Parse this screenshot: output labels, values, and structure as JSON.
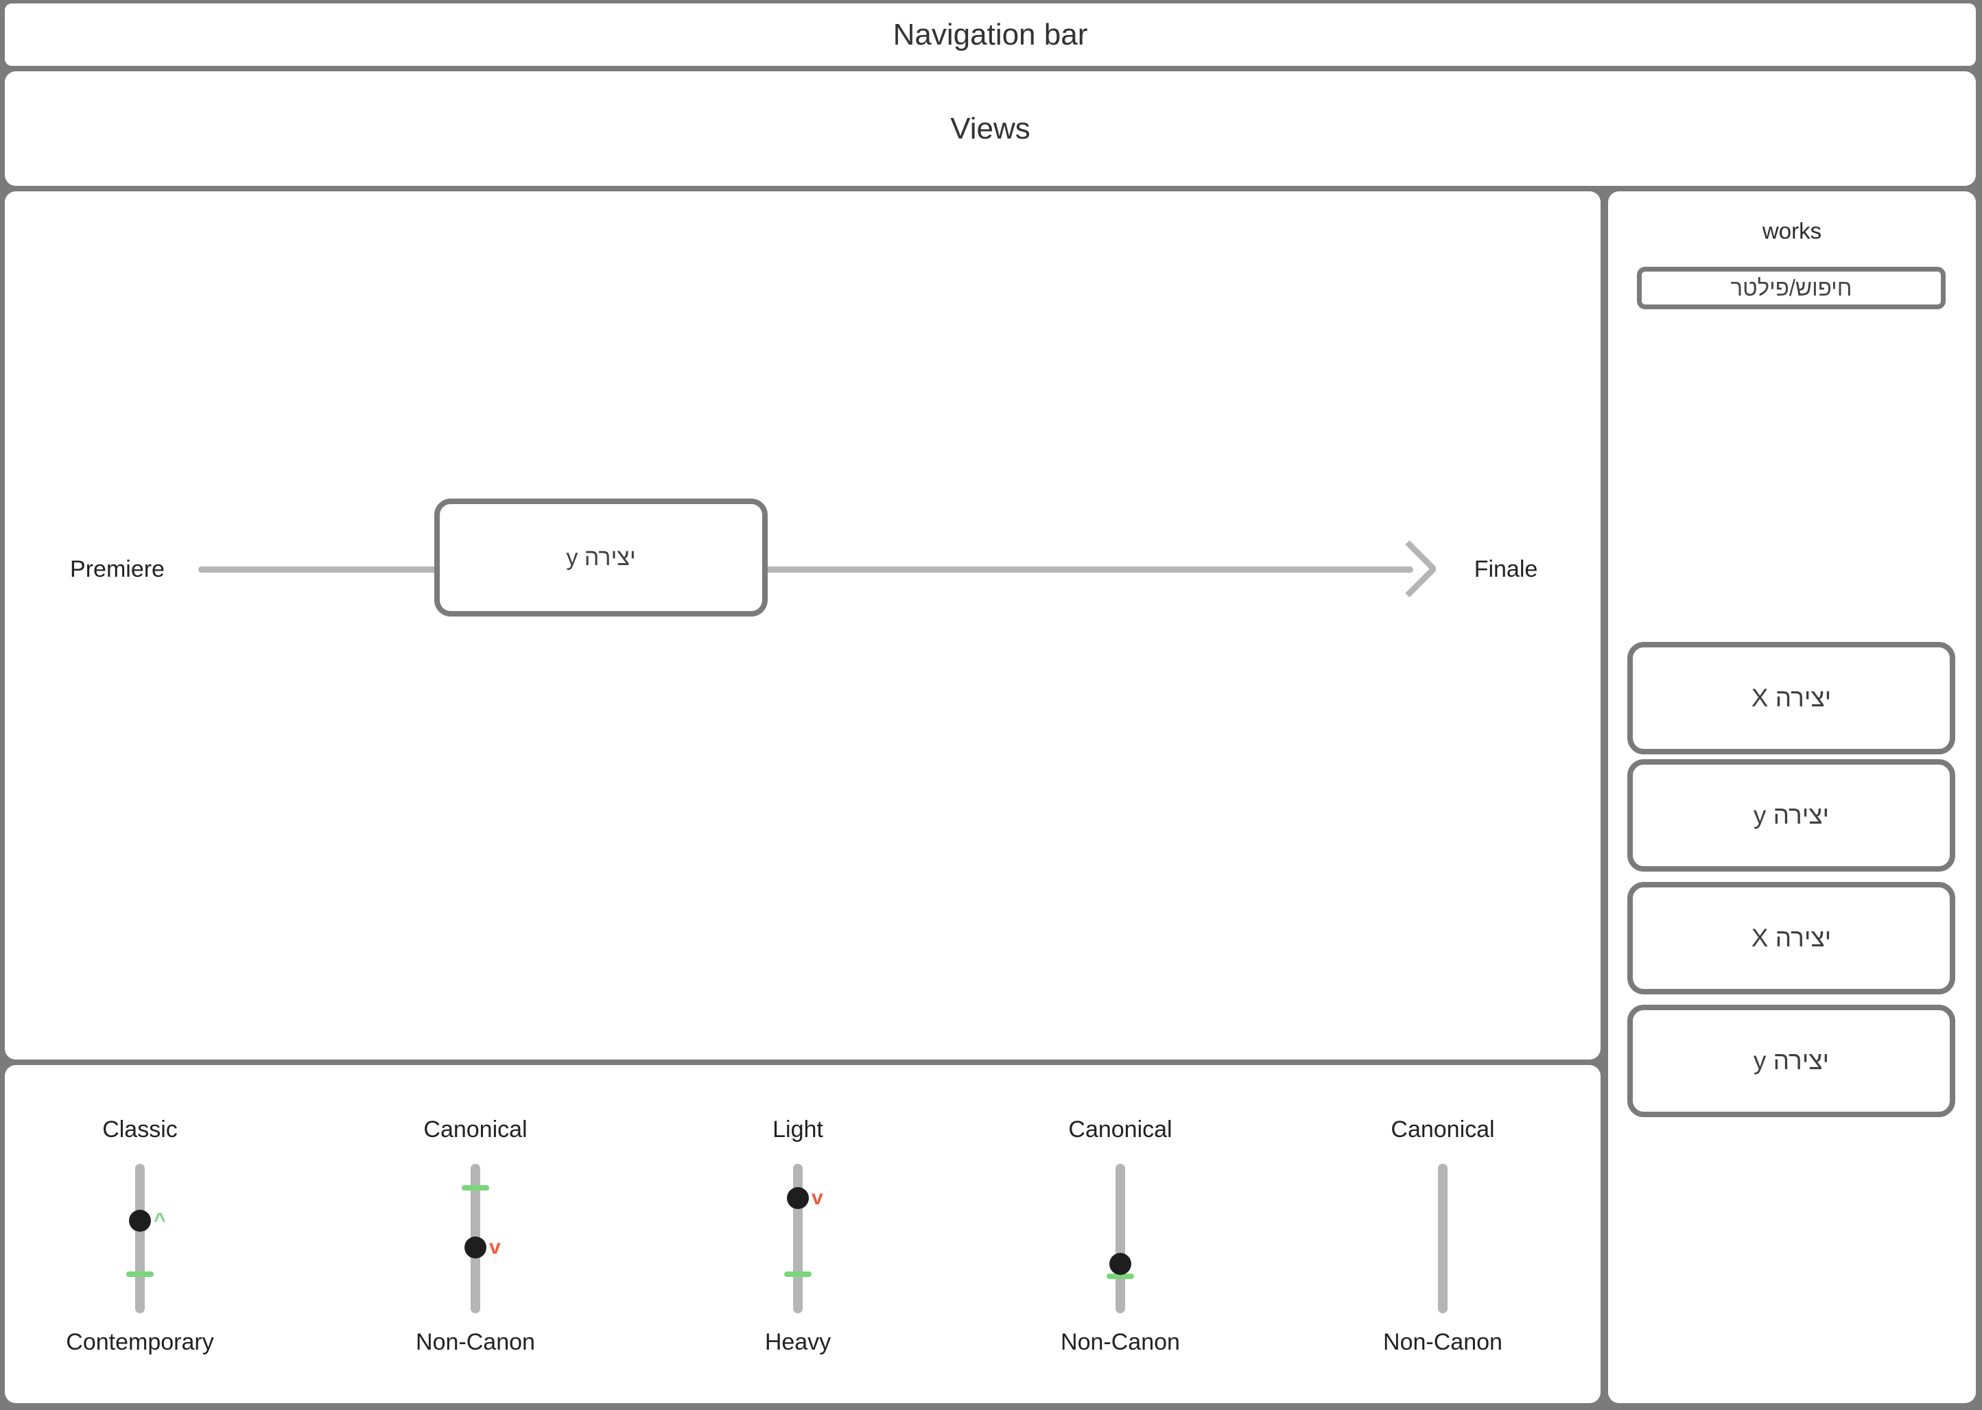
{
  "colors": {
    "background_gray": "#7b7b7b",
    "border_gray": "#7b7b7b",
    "light_gray": "#b5b5b5",
    "thumb_black": "#1e1e1e",
    "accent_green": "#7bd67b",
    "accent_red": "#f25b3d"
  },
  "navbar": {
    "title": "Navigation bar"
  },
  "views": {
    "title": "Views"
  },
  "timeline": {
    "start_label": "Premiere",
    "end_label": "Finale",
    "node_label": "יצירה y"
  },
  "sidebar": {
    "title": "works",
    "filter_value": "חיפוש/פילטר",
    "items": [
      {
        "label": "יצירה X"
      },
      {
        "label": "יצירה y"
      },
      {
        "label": "יצירה X"
      },
      {
        "label": "יצירה y"
      }
    ]
  },
  "sliders": [
    {
      "top_label": "Classic",
      "bottom_label": "Contemporary",
      "thumb_pct": 38,
      "target_pct": 74,
      "indicator": "up"
    },
    {
      "top_label": "Canonical",
      "bottom_label": "Non-Canon",
      "thumb_pct": 56,
      "target_pct": 16,
      "indicator": "down"
    },
    {
      "top_label": "Light",
      "bottom_label": "Heavy",
      "thumb_pct": 23,
      "target_pct": 74,
      "indicator": "down"
    },
    {
      "top_label": "Canonical",
      "bottom_label": "Non-Canon",
      "thumb_pct": 67,
      "target_pct": 75,
      "indicator": null
    },
    {
      "top_label": "Canonical",
      "bottom_label": "Non-Canon",
      "thumb_pct": null,
      "target_pct": null,
      "indicator": null
    }
  ]
}
